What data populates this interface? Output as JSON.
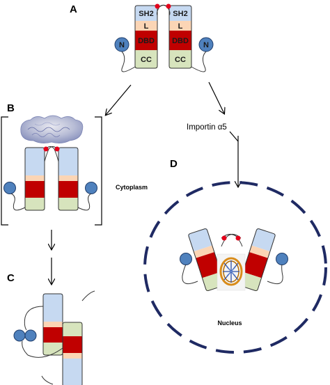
{
  "panels": {
    "a": "A",
    "b": "B",
    "c": "C",
    "d": "D"
  },
  "domains": {
    "sh2": "SH2",
    "linker": "L",
    "dbd": "DBD",
    "cc": "CC",
    "n_term": "N"
  },
  "annotations": {
    "importin": "Importin α5",
    "cytoplasm": "Cytoplasm",
    "nucleus": "Nucleus"
  },
  "colors": {
    "sh2": "#c6d9f1",
    "linker": "#fbd5b5",
    "dbd": "#c00000",
    "cc": "#d7e4bd",
    "n_domain": "#4f81bd",
    "phospho": "#e3001b",
    "nucleus_membrane": "#1f2a63",
    "outline": "#333333"
  },
  "icons": {
    "receptor": "receptor-surface-icon",
    "dna": "dna-helix-icon"
  }
}
